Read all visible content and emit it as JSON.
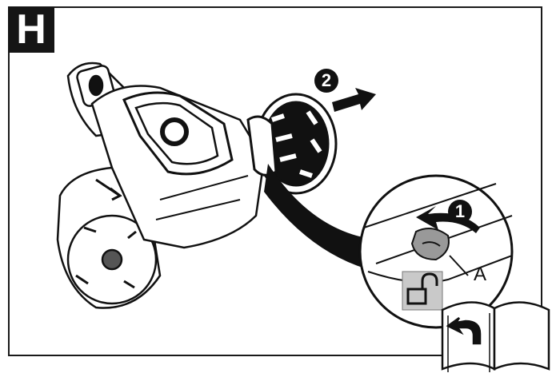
{
  "figure": {
    "step_letter": "H",
    "callouts": {
      "first": "1",
      "second": "2"
    },
    "part_label": "A"
  },
  "icons": {
    "unlock": "unlock-icon",
    "manual": "manual-book-icon",
    "arrow_right": "arrow-right-icon",
    "rotate_arrow": "rotate-arrow-icon"
  },
  "colors": {
    "ink": "#111111",
    "paper": "#ffffff",
    "badge": "#151515"
  }
}
